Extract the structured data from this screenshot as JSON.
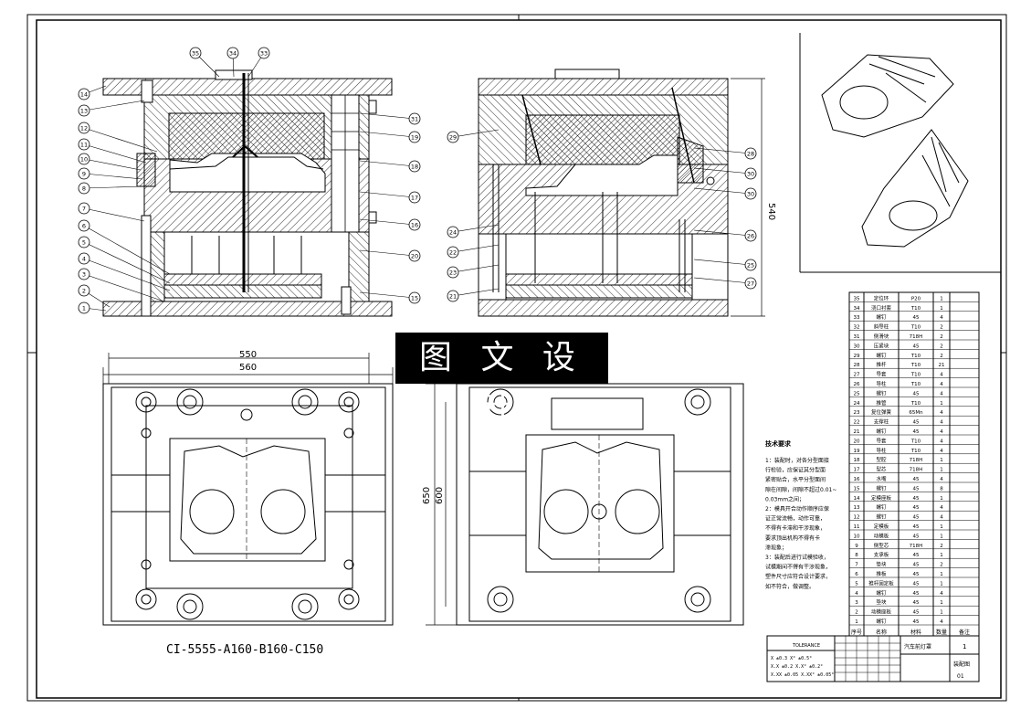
{
  "watermark": "图 文 设 计",
  "part_code": "CI-5555-A160-B160-C150",
  "dimensions": {
    "top_outer": "550",
    "top_inner": "560",
    "side_outer": "650",
    "side_inner": "600",
    "front_height": "540"
  },
  "balloons_left": [
    "14",
    "13",
    "12",
    "11",
    "10",
    "9",
    "8",
    "7",
    "6",
    "5",
    "4",
    "3",
    "2",
    "1"
  ],
  "balloons_top": [
    "35",
    "34",
    "33"
  ],
  "balloons_left_view_right": [
    "31",
    "19",
    "18",
    "17",
    "16",
    "20",
    "15"
  ],
  "balloons_right_view_left": [
    "29",
    "24",
    "22",
    "23",
    "21"
  ],
  "balloons_right_view_right": [
    "28",
    "30",
    "30",
    "26",
    "25",
    "27"
  ],
  "tech_requirements": {
    "title": "技术要求",
    "lines": [
      "1：装配时，对各分型面接",
      "行检验，应保证其分型面",
      "紧密贴合，水平分型面间",
      "隙在间隙，间隙不超过0.01~",
      "0.03mm之间；",
      "2：模具开合动作顺序应保",
      "证正常流畅，动作可靠，",
      "不得有卡滞和干涉现象，",
      "要求顶出机构不得有卡",
      "滞现象；",
      "3：装配后进行试模验收，",
      "试模期间不得有干涉现象，",
      "塑件尺寸应符合设计要求，",
      "如不符合，做调整。"
    ]
  },
  "bom": {
    "headers": [
      "序号",
      "名称",
      "材料",
      "数量",
      "备注"
    ],
    "rows": [
      [
        "35",
        "定位环",
        "P20",
        "1"
      ],
      [
        "34",
        "浇口衬套",
        "T10",
        "1"
      ],
      [
        "33",
        "螺钉",
        "45",
        "4"
      ],
      [
        "32",
        "斜导柱",
        "T10",
        "2"
      ],
      [
        "31",
        "侧滑块",
        "718H",
        "2"
      ],
      [
        "30",
        "压紧块",
        "45",
        "2"
      ],
      [
        "29",
        "螺钉",
        "T10",
        "2"
      ],
      [
        "28",
        "推杆",
        "T10",
        "21"
      ],
      [
        "27",
        "导套",
        "T10",
        "4"
      ],
      [
        "26",
        "导柱",
        "T10",
        "4"
      ],
      [
        "25",
        "螺钉",
        "45",
        "4"
      ],
      [
        "24",
        "推管",
        "T10",
        "1"
      ],
      [
        "23",
        "复位弹簧",
        "65Mn",
        "4"
      ],
      [
        "22",
        "支撑柱",
        "45",
        "4"
      ],
      [
        "21",
        "螺钉",
        "45",
        "4"
      ],
      [
        "20",
        "导套",
        "T10",
        "4"
      ],
      [
        "19",
        "导柱",
        "T10",
        "4"
      ],
      [
        "18",
        "型腔",
        "718H",
        "1"
      ],
      [
        "17",
        "型芯",
        "718H",
        "1"
      ],
      [
        "16",
        "水嘴",
        "45",
        "4"
      ],
      [
        "15",
        "螺钉",
        "45",
        "8"
      ],
      [
        "14",
        "定模座板",
        "45",
        "1"
      ],
      [
        "13",
        "螺钉",
        "45",
        "4"
      ],
      [
        "12",
        "螺钉",
        "45",
        "4"
      ],
      [
        "11",
        "定模板",
        "45",
        "1"
      ],
      [
        "10",
        "动模板",
        "45",
        "1"
      ],
      [
        "9",
        "侧型芯",
        "718H",
        "2"
      ],
      [
        "8",
        "支承板",
        "45",
        "1"
      ],
      [
        "7",
        "垫块",
        "45",
        "2"
      ],
      [
        "6",
        "推板",
        "45",
        "1"
      ],
      [
        "5",
        "推杆固定板",
        "45",
        "1"
      ],
      [
        "4",
        "螺钉",
        "45",
        "4"
      ],
      [
        "3",
        "垫块",
        "45",
        "1"
      ],
      [
        "2",
        "动模座板",
        "45",
        "1"
      ],
      [
        "1",
        "螺钉",
        "45",
        "4"
      ]
    ]
  },
  "title_block": {
    "name": "汽车前灯罩",
    "sheet_label": "装配图",
    "scale": "1",
    "sheet_no": "01",
    "tolerance_title": "TOLERANCE",
    "tolerance_rows": [
      "X  ±0.3  X°  ±0.5°",
      "X.X  ±0.2  X.X°  ±0.2°",
      "X.XX  ±0.05  X.XX°  ±0.05°"
    ]
  }
}
